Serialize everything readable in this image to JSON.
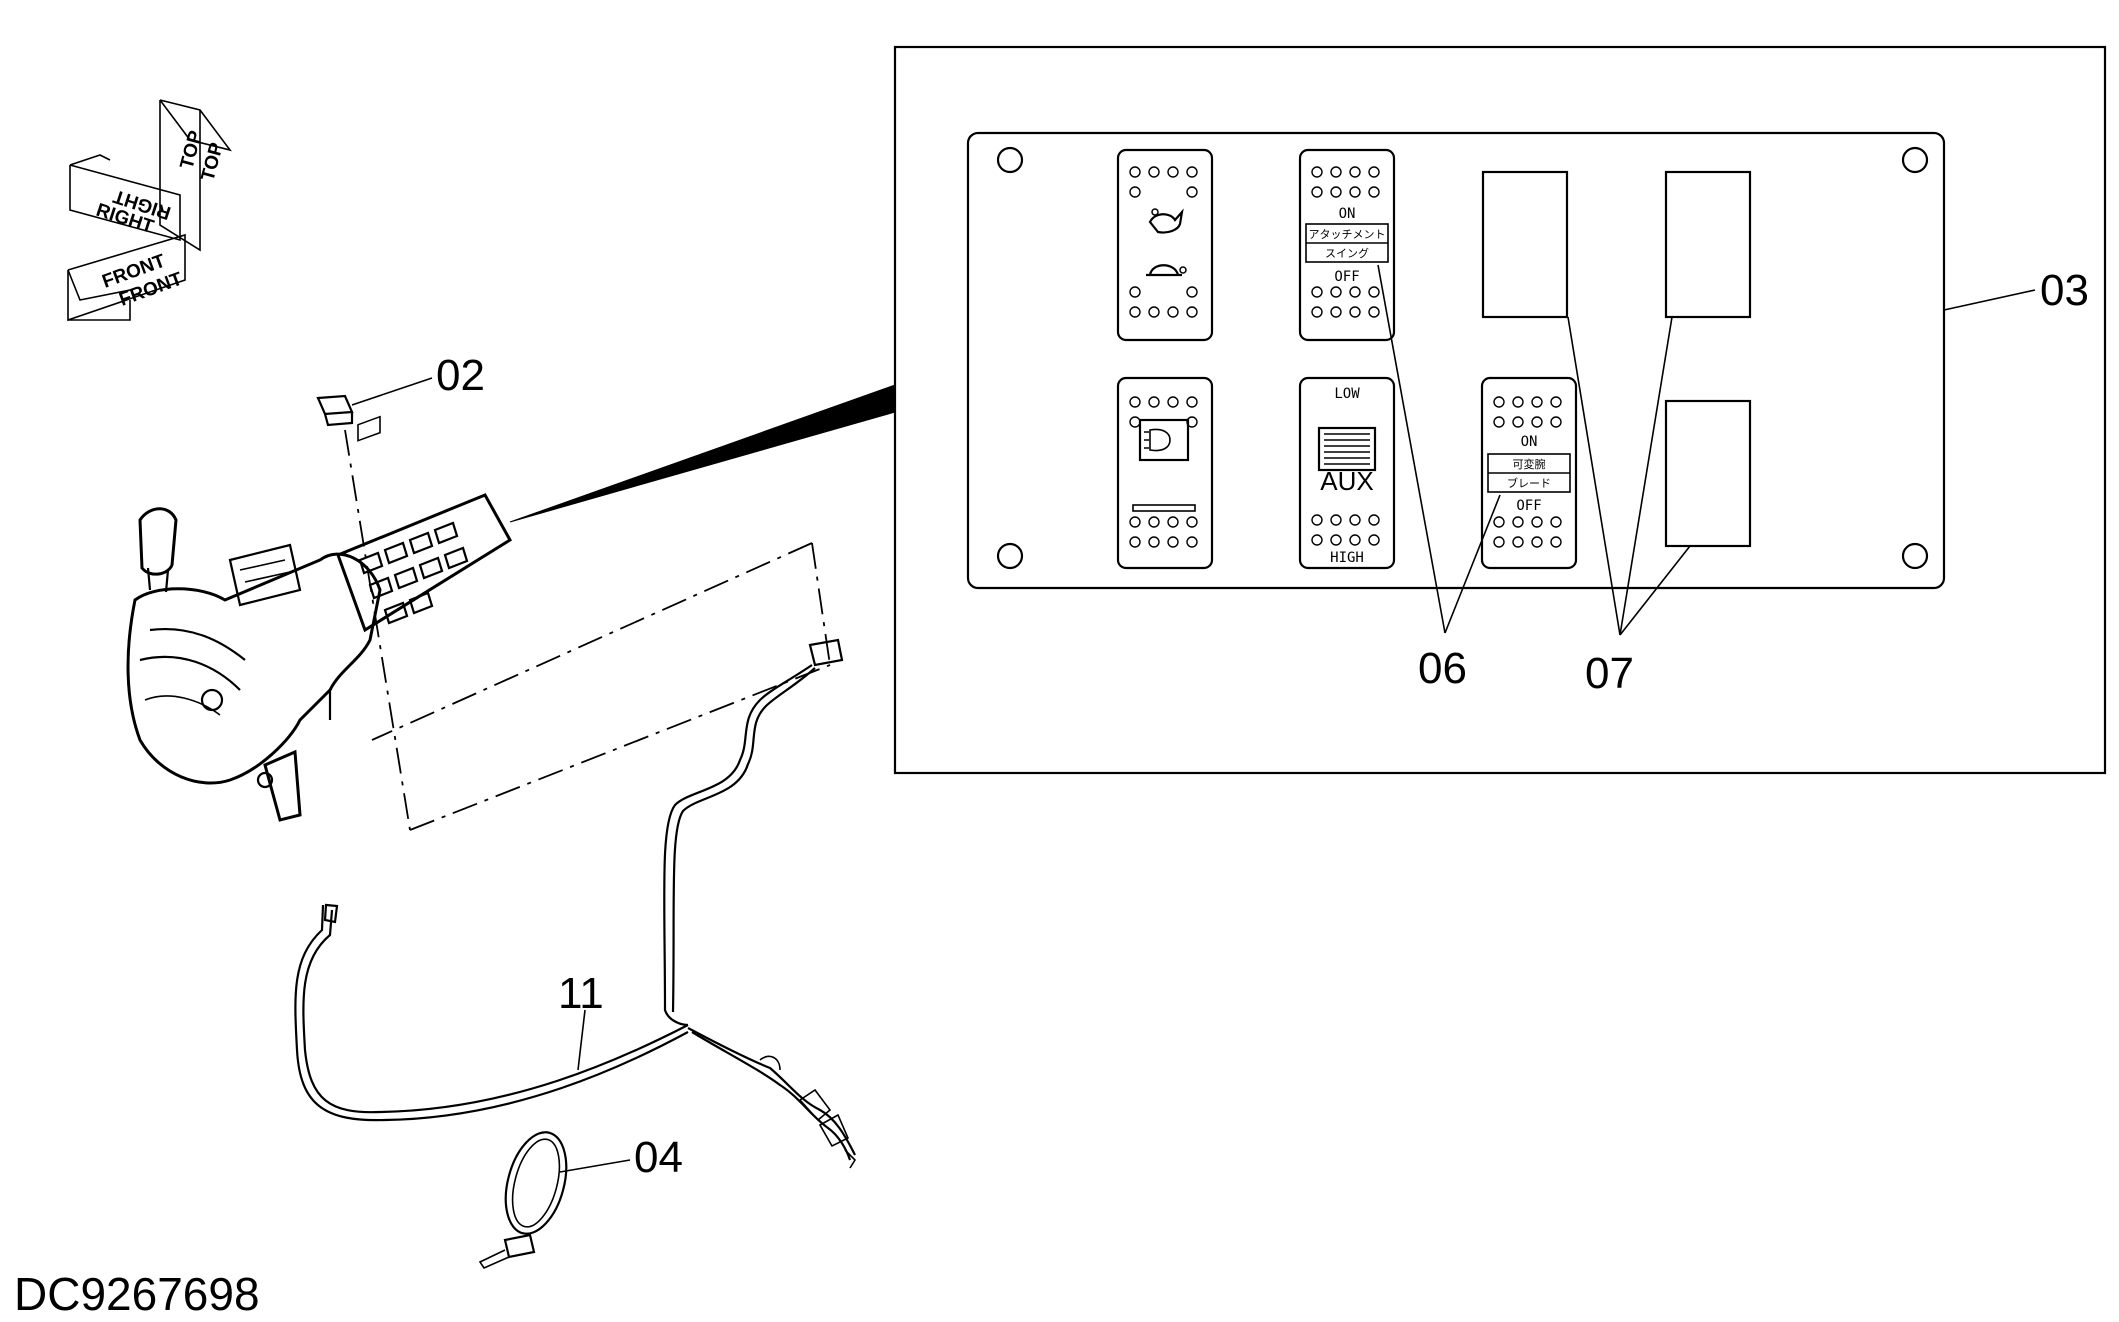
{
  "document_id": "DC9267698",
  "part_labels": {
    "p02": "02",
    "p03": "03",
    "p04": "04",
    "p06": "06",
    "p07": "07",
    "p11": "11"
  },
  "orientation": {
    "top": "TOP",
    "right": "RIGHT",
    "front": "FRONT"
  },
  "switch_texts": {
    "on": "ON",
    "off": "OFF",
    "attachment": "アタッチメント",
    "swing": "スイング",
    "low": "LOW",
    "aux": "AUX",
    "high": "HIGH",
    "offset_boom": "可変腕",
    "blade": "ブレード"
  },
  "icons": {
    "rabbit": "rabbit-speed-icon",
    "turtle": "turtle-speed-icon",
    "headlight": "work-light-icon"
  }
}
